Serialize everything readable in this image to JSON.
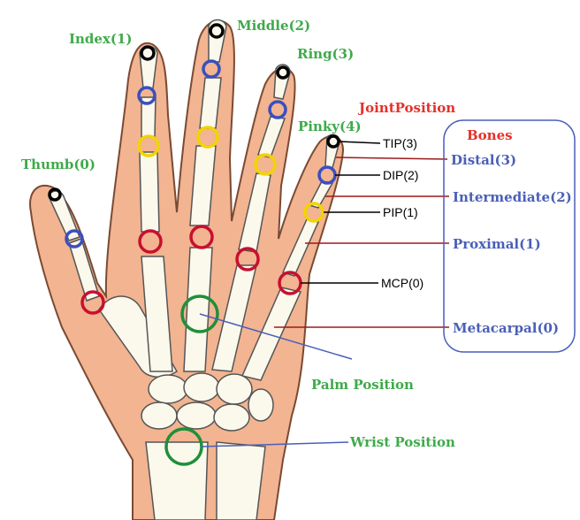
{
  "colors": {
    "skin": "#F2B491",
    "skin_stroke": "#7a4a33",
    "bone": "#FBF8EC",
    "bone_stroke": "#555555",
    "green": "#3FAA4A",
    "red_label": "#E5312B",
    "blue": "#4A5FB8",
    "joint_black": "#000000",
    "joint_blue": "#3A4FBF",
    "joint_yellow": "#F2D400",
    "joint_red": "#C8102E",
    "joint_green": "#1F8F3A",
    "line_red": "#9B1B1B",
    "line_blue": "#4A5FB8"
  },
  "fingers": {
    "thumb": "Thumb(0)",
    "index": "Index(1)",
    "middle": "Middle(2)",
    "ring": "Ring(3)",
    "pinky": "Pinky(4)"
  },
  "joint_legend": {
    "title": "JointPosition",
    "tip": "TIP(3)",
    "dip": "DIP(2)",
    "pip": "PIP(1)",
    "mcp": "MCP(0)"
  },
  "bones_legend": {
    "title": "Bones",
    "distal": "Distal(3)",
    "intermediate": "Intermediate(2)",
    "proximal": "Proximal(1)",
    "metacarpal": "Metacarpal(0)"
  },
  "positions": {
    "palm": "Palm Position",
    "wrist": "Wrist Position"
  }
}
